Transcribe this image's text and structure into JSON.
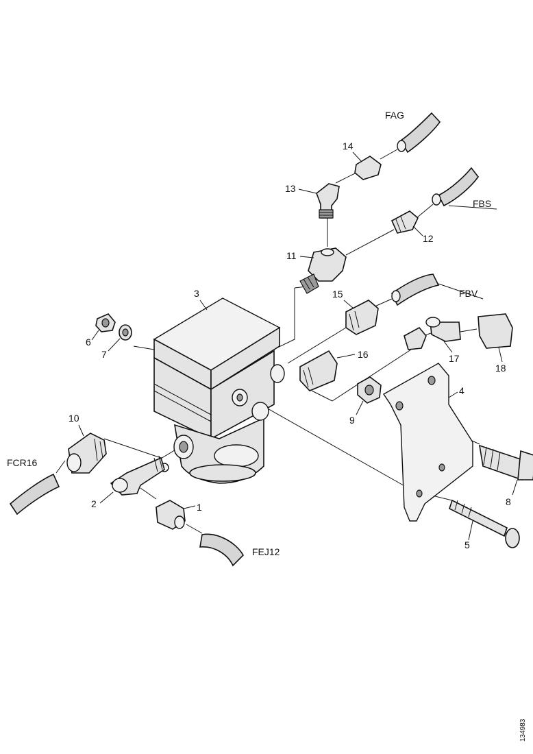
{
  "diagram": {
    "hose_labels": {
      "fag": "FAG",
      "fbs": "FBS",
      "fbv": "FBV",
      "fcr16": "FCR16",
      "fej12": "FEJ12"
    },
    "part_labels": {
      "p1": "1",
      "p2": "2",
      "p3": "3",
      "p4": "4",
      "p5": "5",
      "p6": "6",
      "p7": "7",
      "p8": "8",
      "p9": "9",
      "p10": "10",
      "p11": "11",
      "p12": "12",
      "p13": "13",
      "p14": "14",
      "p15": "15",
      "p16": "16",
      "p17": "17",
      "p18": "18"
    },
    "reference_code": "134983"
  }
}
